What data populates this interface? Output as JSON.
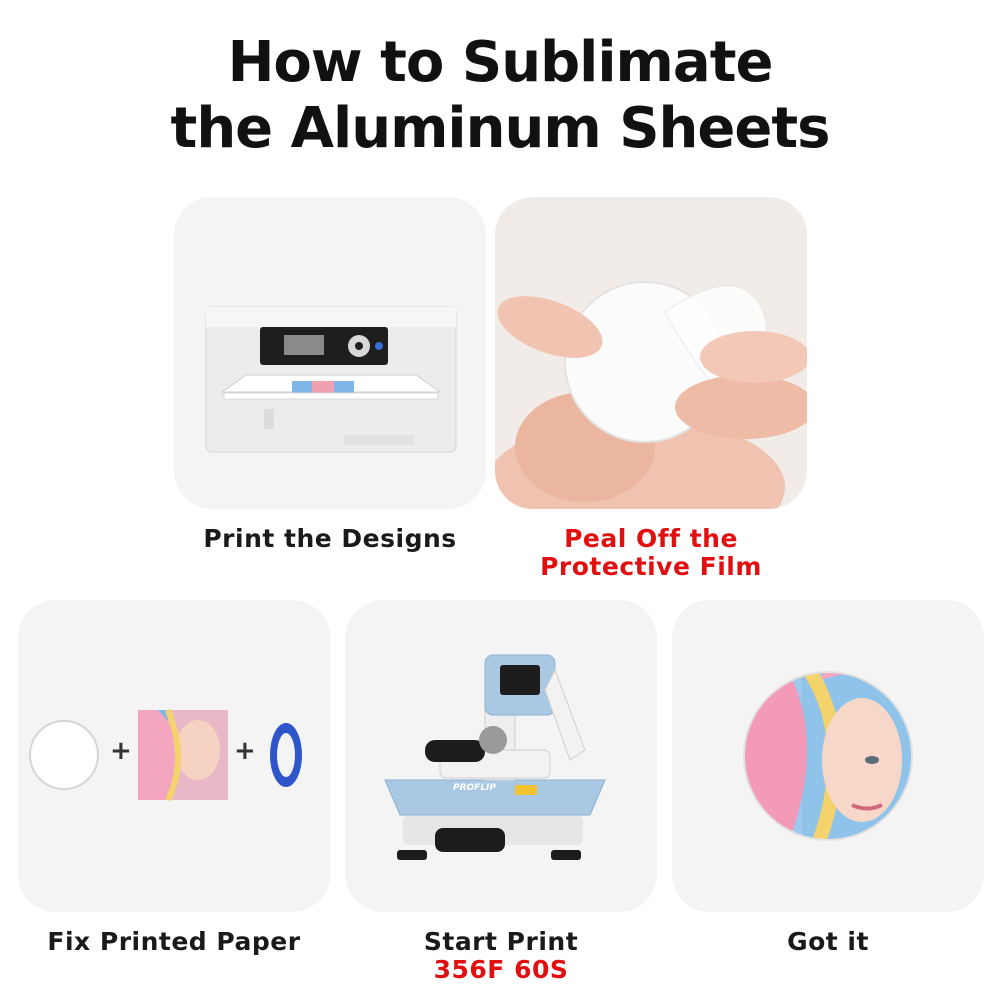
{
  "title": {
    "line1": "How to Sublimate",
    "line2": "the Aluminum Sheets"
  },
  "steps": [
    {
      "caption_line1": "Print the Designs",
      "icon": "printer-image"
    },
    {
      "caption_line1": "Peal Off the",
      "caption_line2": "Protective Film",
      "icon": "peeling-film-image"
    },
    {
      "caption_line1": "Fix Printed Paper",
      "icon": "blank-sheet-plus-print-plus-tape-image"
    },
    {
      "caption_line1": "Start Print",
      "caption_line2": "356F 60S",
      "icon": "heat-press-image"
    },
    {
      "caption_line1": "Got it",
      "icon": "finished-round-sheet-image"
    }
  ],
  "plus_sign": "+",
  "press_brand": "PROFLIP",
  "colors": {
    "accent_red": "#e01010",
    "card_bg": "#f4f4f4",
    "press_blue": "#a9c8e4"
  }
}
